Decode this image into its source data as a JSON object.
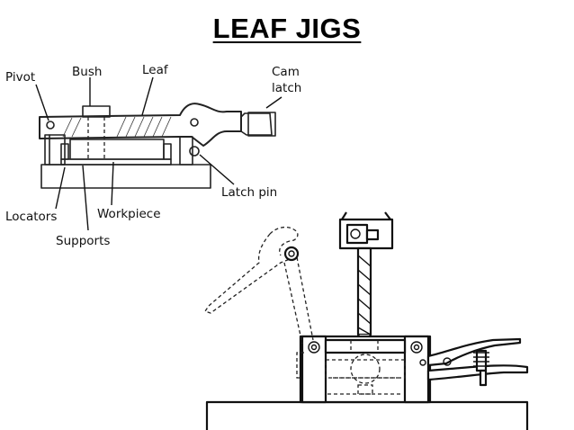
{
  "title": "LEAF JIGS",
  "diagram1": {
    "labels": {
      "pivot": "Pivot",
      "bush": "Bush",
      "leaf": "Leaf",
      "cam_latch_1": "Cam",
      "cam_latch_2": "latch",
      "latch_pin": "Latch pin",
      "locators": "Locators",
      "workpiece": "Workpiece",
      "supports": "Supports"
    }
  }
}
